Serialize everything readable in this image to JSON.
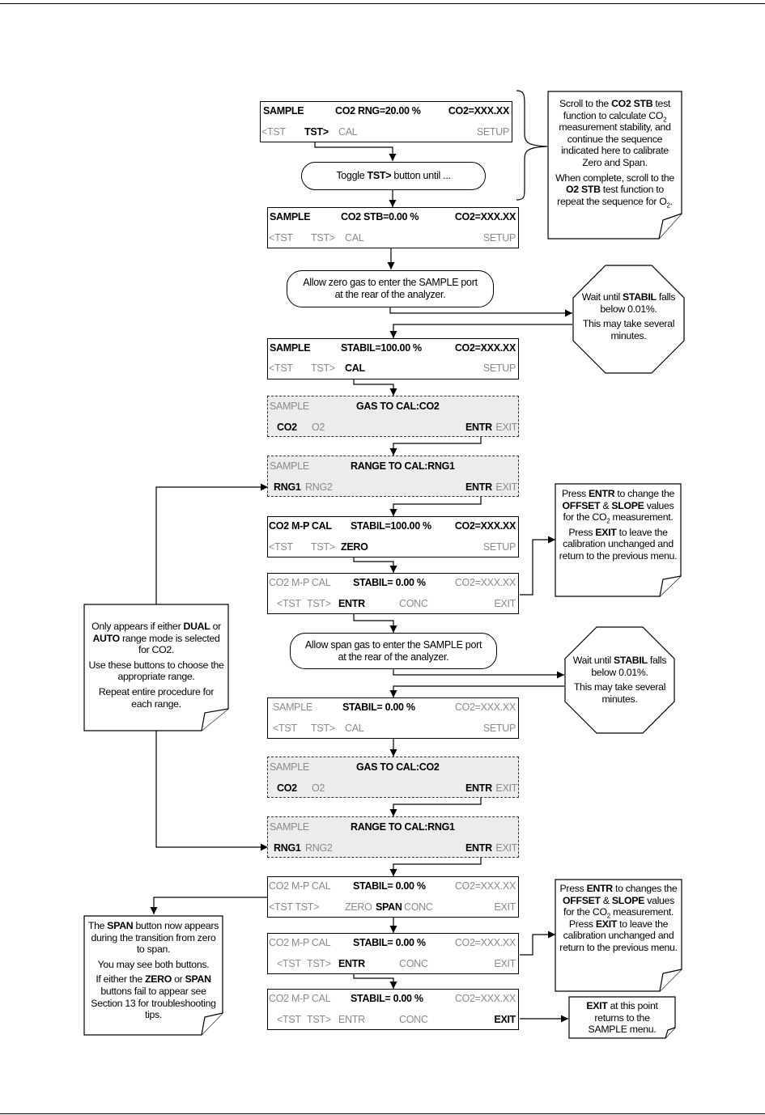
{
  "screens": {
    "s1": {
      "l1": [
        "SAMPLE",
        "CO2 RNG=20.00 %",
        "CO2=XXX.XX"
      ],
      "l2": [
        "<TST",
        "TST>",
        "CAL",
        "SETUP"
      ]
    },
    "s2": {
      "l1": [
        "SAMPLE",
        "CO2 STB=0.00 %",
        "CO2=XXX.XX"
      ],
      "l2": [
        "<TST",
        "TST>",
        "CAL",
        "SETUP"
      ]
    },
    "s3": {
      "l1": [
        "SAMPLE",
        "STABIL=100.00 %",
        "CO2=XXX.XX"
      ],
      "l2": [
        "<TST",
        "TST>",
        "CAL",
        "SETUP"
      ]
    },
    "s4": {
      "l1": [
        "SAMPLE",
        "GAS TO CAL:CO2"
      ],
      "l2": [
        "CO2",
        "O2",
        "ENTR",
        "EXIT"
      ]
    },
    "s5": {
      "l1": [
        "SAMPLE",
        "RANGE TO CAL:RNG1"
      ],
      "l2": [
        "RNG1",
        "RNG2",
        "ENTR",
        "EXIT"
      ]
    },
    "s6": {
      "l1": [
        "CO2 M-P CAL",
        "STABIL=100.00 %",
        "CO2=XXX.XX"
      ],
      "l2": [
        "<TST",
        "TST>",
        "ZERO",
        "SETUP"
      ]
    },
    "s7": {
      "l1": [
        "CO2 M-P CAL",
        "STABIL= 0.00 %",
        "CO2=XXX.XX"
      ],
      "l2": [
        "<TST",
        "TST>",
        "ENTR",
        "CONC",
        "EXIT"
      ]
    },
    "s8": {
      "l1": [
        "SAMPLE",
        "STABIL= 0.00 %",
        "CO2=XXX.XX"
      ],
      "l2": [
        "<TST",
        "TST>",
        "CAL",
        "SETUP"
      ]
    },
    "s9": {
      "l1": [
        "SAMPLE",
        "GAS TO CAL:CO2"
      ],
      "l2": [
        "CO2",
        "O2",
        "ENTR",
        "EXIT"
      ]
    },
    "s10": {
      "l1": [
        "SAMPLE",
        "RANGE TO CAL:RNG1"
      ],
      "l2": [
        "RNG1",
        "RNG2",
        "ENTR",
        "EXIT"
      ]
    },
    "s11": {
      "l1": [
        "CO2 M-P CAL",
        "STABIL= 0.00 %",
        "CO2=XXX.XX"
      ],
      "l2": [
        "<TST TST>",
        "ZERO",
        "SPAN",
        "CONC",
        "EXIT"
      ]
    },
    "s12": {
      "l1": [
        "CO2 M-P CAL",
        "STABIL= 0.00 %",
        "CO2=XXX.XX"
      ],
      "l2": [
        "<TST",
        "TST>",
        "ENTR",
        "CONC",
        "EXIT"
      ]
    },
    "s13": {
      "l1": [
        "CO2 M-P CAL",
        "STABIL= 0.00 %",
        "CO2=XXX.XX"
      ],
      "l2": [
        "<TST",
        "TST>",
        "ENTR",
        "CONC",
        "EXIT"
      ]
    }
  },
  "terminators": {
    "toggle": [
      "Toggle ",
      "TST>",
      " button until ..."
    ],
    "zero_gas": [
      "Allow zero gas to enter the SAMPLE port",
      "at the rear of the analyzer."
    ],
    "span_gas": [
      "Allow span gas to enter the SAMPLE port",
      "at the rear of the analyzer."
    ]
  },
  "notes": {
    "scroll": {
      "p1": [
        "Scroll to the ",
        "CO2 STB",
        " test function to calculate CO",
        "2",
        " measurement stability, and continue the sequence indicated here to calibrate Zero and Span."
      ],
      "p2": [
        "When complete, scroll to the ",
        "O2 STB",
        " test function to repeat the sequence for O",
        "2",
        "."
      ]
    },
    "wait1": {
      "p1": [
        "Wait until ",
        "STABIL",
        " falls below 0.01%."
      ],
      "p2": "This may take several minutes."
    },
    "wait2": {
      "p1": [
        "Wait until ",
        "STABIL",
        " falls below 0.01%."
      ],
      "p2": "This may take several minutes."
    },
    "entr1": {
      "p1": [
        "Press ",
        "ENTR",
        " to change the ",
        "OFFSET",
        " & ",
        "SLOPE",
        " values for the CO",
        "2",
        " measurement."
      ],
      "p2": [
        "Press ",
        "EXIT",
        " to leave the calibration unchanged and return to the previous menu."
      ]
    },
    "range": {
      "p1": [
        "Only appears if either ",
        "DUAL",
        " or ",
        "AUTO",
        " range mode is  selected for CO2."
      ],
      "p2": "Use these buttons to choose the appropriate range.",
      "p3": "Repeat entire procedure for each range."
    },
    "entr2": {
      "p1": [
        "Press ",
        "ENTR",
        " to changes the ",
        "OFFSET",
        " & ",
        "SLOPE",
        " values for the CO",
        "2",
        " measurement."
      ],
      "p2": [
        "Press ",
        "EXIT",
        " to leave the calibration unchanged and return to the previous menu."
      ]
    },
    "span": {
      "p1": [
        "The ",
        "SPAN",
        " button now appears during the transition from zero to span."
      ],
      "p2": "You may see both buttons.",
      "p3": [
        "If either the ",
        "ZERO",
        " or ",
        "SPAN",
        " buttons fail to appear see Section 13 for troubleshooting tips."
      ]
    },
    "exit": {
      "p1": [
        "EXIT",
        " at this point returns to the SAMPLE menu."
      ]
    }
  },
  "colors": {
    "line": "#000000",
    "dim_text": "#8a8a8a",
    "dashed_screen_fill": "#ececec"
  }
}
